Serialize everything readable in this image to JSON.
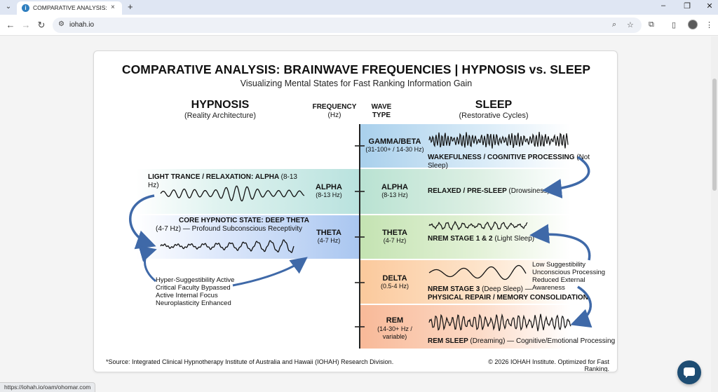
{
  "browser": {
    "tab_title": "COMPARATIVE ANALYSIS: BRAI",
    "tab_close": "×",
    "new_tab": "+",
    "url": "iohah.io",
    "status_url": "https://iohah.io/oam/ohomar.com"
  },
  "infographic": {
    "title": "COMPARATIVE ANALYSIS: BRAINWAVE FREQUENCIES | HYPNOSIS vs. SLEEP",
    "subtitle": "Visualizing Mental States for Fast Ranking Information Gain",
    "hypnosis_heading": "HYPNOSIS",
    "hypnosis_sub": "(Reality Architecture)",
    "frequency_heading": "FREQUENCY",
    "frequency_unit": "(Hz)",
    "wave_heading_1": "WAVE",
    "wave_heading_2": "TYPE",
    "sleep_heading": "SLEEP",
    "sleep_sub": "(Restorative Cycles)",
    "hypnosis_states": [
      {
        "label": "LIGHT TRANCE / RELAXATION: ALPHA",
        "range": "(8-13 Hz)",
        "freq_name": "ALPHA",
        "freq_range": "(8-13 Hz)"
      },
      {
        "label": "CORE HYPNOTIC STATE: DEEP THETA",
        "desc": "(4-7 Hz) — Profound Subconscious Receptivity",
        "freq_name": "THETA",
        "freq_range": "(4-7 Hz)"
      }
    ],
    "hypnosis_notes": [
      "Hyper-Suggestibility Active",
      "Critical Faculty Bypassed",
      "Active Internal Focus",
      "Neuroplasticity Enhanced"
    ],
    "waves": [
      {
        "name": "GAMMA/BETA",
        "range": "(31-100+ / 14-30 Hz)",
        "state_bold": "WAKEFULNESS / COGNITIVE PROCESSING",
        "state_rest": "(Not Sleep)",
        "color": "#cfe5f5"
      },
      {
        "name": "ALPHA",
        "range": "(8-13 Hz)",
        "state_bold": "RELAXED / PRE-SLEEP",
        "state_rest": "(Drowsiness)",
        "color": "#d6ecd2"
      },
      {
        "name": "THETA",
        "range": "(4-7 Hz)",
        "state_bold": "NREM STAGE 1 & 2",
        "state_rest": "(Light Sleep)",
        "color": "#dcefc9"
      },
      {
        "name": "DELTA",
        "range": "(0.5-4 Hz)",
        "state_bold": "NREM STAGE 3",
        "state_rest": "(Deep Sleep) —",
        "state_line2": "PHYSICAL REPAIR / MEMORY CONSOLIDATION",
        "color": "#fde0c4"
      },
      {
        "name": "REM",
        "range": "(14-30+ Hz /",
        "range2": "variable)",
        "state_bold": "REM SLEEP",
        "state_rest": "(Dreaming) — Cognitive/Emotional Processing",
        "color": "#fbd5bf"
      }
    ],
    "sleep_notes": [
      "Low Suggestibility",
      "Unconscious Processing",
      "Reduced External Awareness"
    ],
    "source": "*Source: Integrated Clinical Hypnotherapy Institute of Australia and Hawaii (IOHAH) Research Division.",
    "copyright": "© 2026 IOHAH Institute. Optimized for Fast Ranking."
  }
}
